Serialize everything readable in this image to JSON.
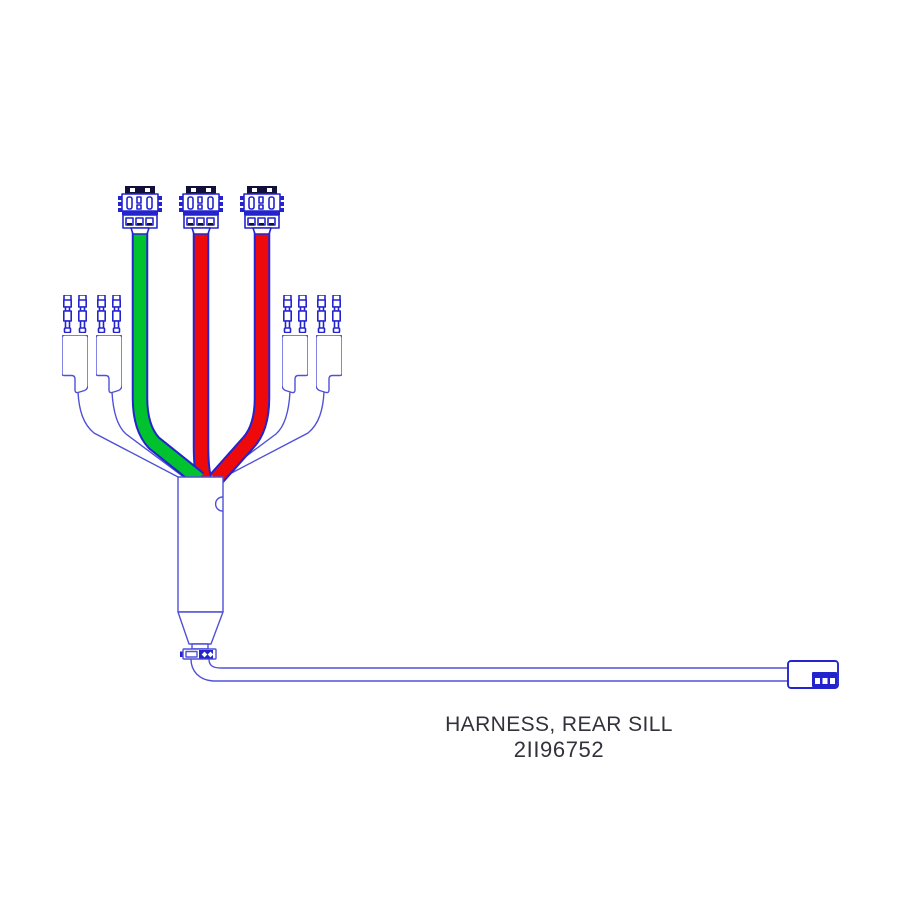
{
  "page": {
    "background": "#ffffff"
  },
  "diagram": {
    "caption_line1": "HARNESS, REAR SILL",
    "caption_line2": "2II96752",
    "components": {
      "top_connectors_count": 3,
      "terminal_pins_count": 8,
      "terminal_boots_count": 4,
      "branch_wire_colors": [
        "green",
        "red",
        "red"
      ],
      "end_connector_count": 1
    },
    "icons": {
      "top-connector-icon": "3-cavity blue plug connector",
      "terminal-pin-icon": "small crimp terminal",
      "terminal-boot-icon": "rubber boot cover",
      "cable-clamp-icon": "tie clamp",
      "end-connector-icon": "3-pin flat connector"
    }
  },
  "colors": {
    "line_blue": "#5050d8",
    "connector_blue": "#2424cf",
    "dark_navy": "#10103a",
    "wire_green": "#00c12e",
    "wire_red": "#ee0a0a",
    "text_color": "#32323c"
  }
}
